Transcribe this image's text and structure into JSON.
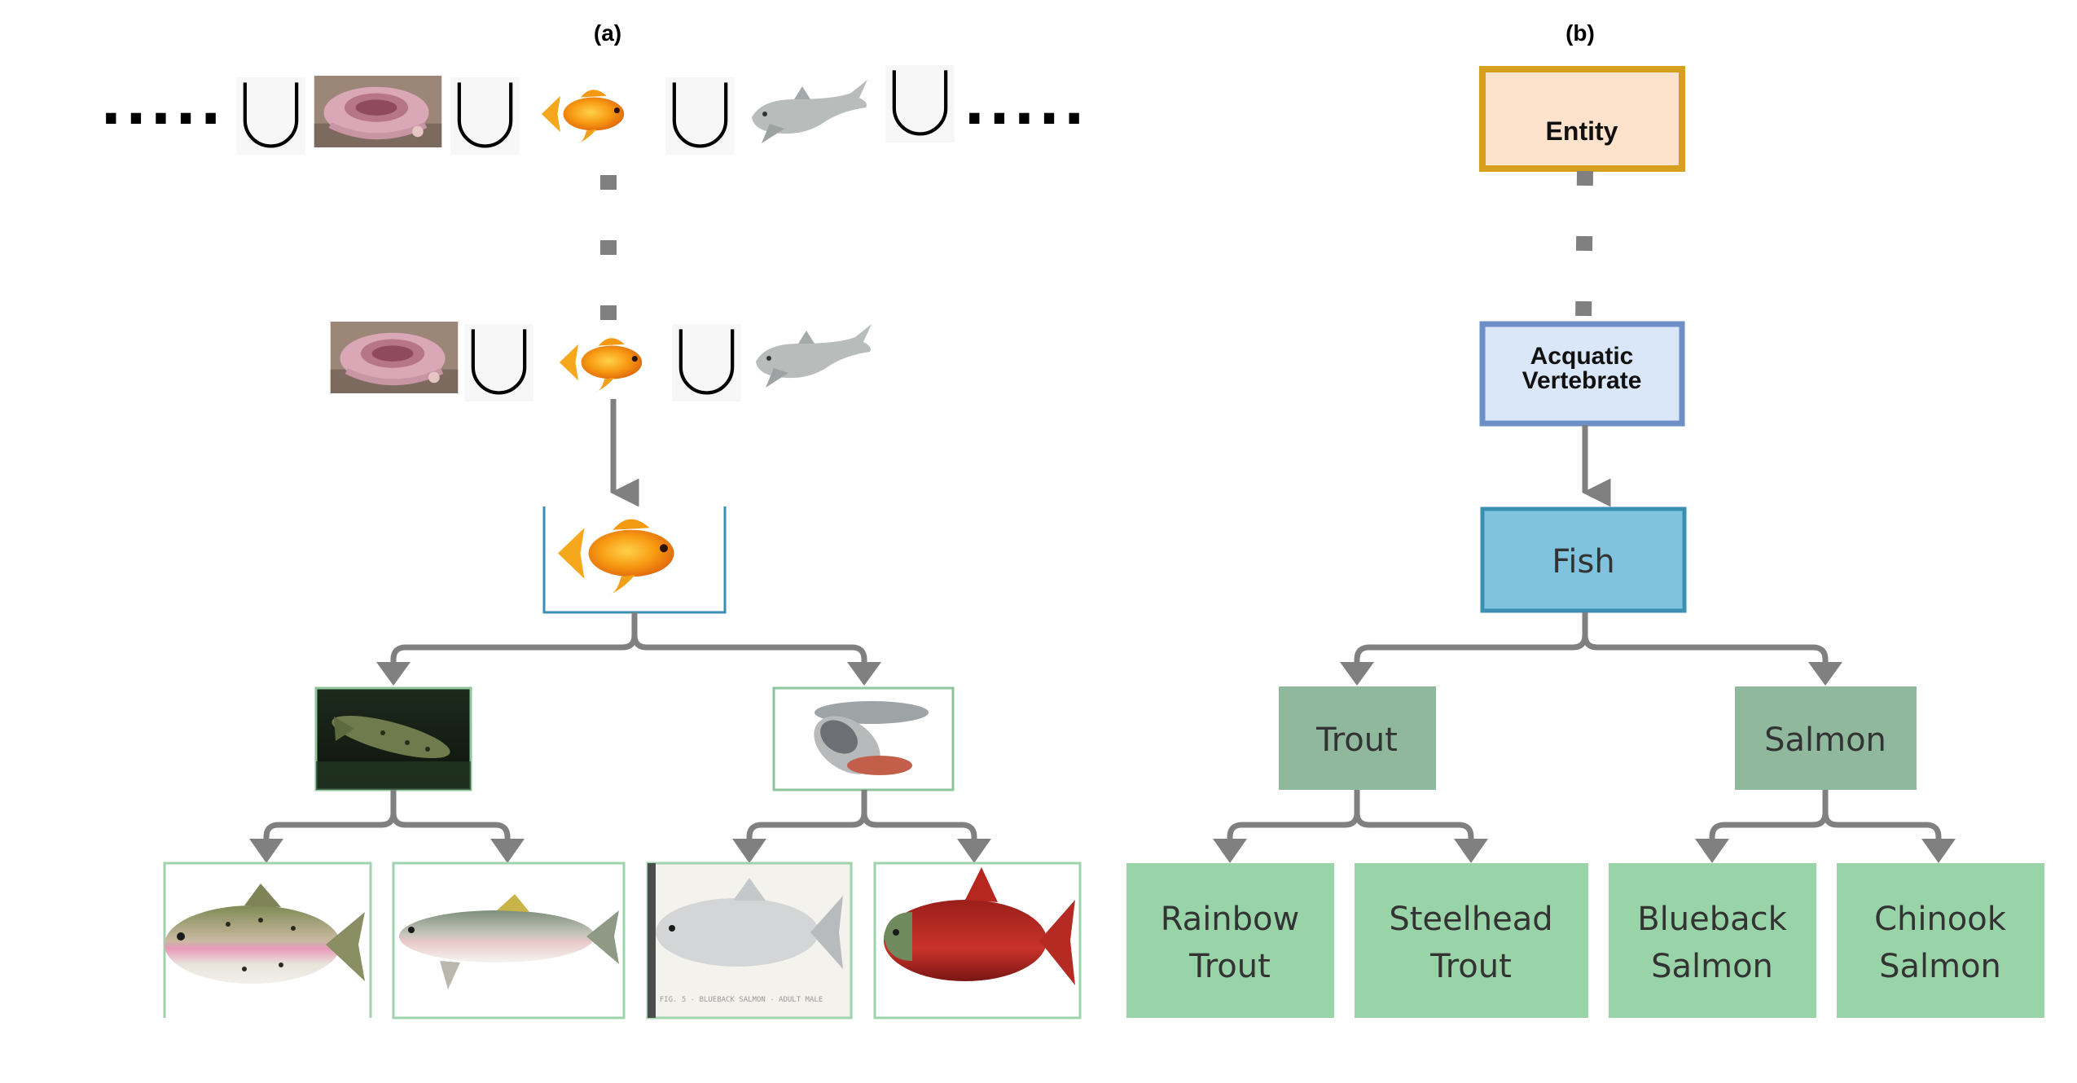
{
  "panel_a": {
    "label": "(a)",
    "ellipsis_left": ".....",
    "ellipsis_right": ".....",
    "union_sequence_top": [
      "hagfish-photo",
      "union",
      "goldfish-photo",
      "union",
      "shark-photo"
    ],
    "union_sequence_mid": [
      "hagfish-photo",
      "union",
      "goldfish-photo",
      "union",
      "shark-photo"
    ],
    "root_photo": "goldfish-photo",
    "level1_photos": [
      "brown-trout-photo",
      "salmon-photo"
    ],
    "level2_photos": [
      "rainbow-trout-photo",
      "steelhead-trout-photo",
      "blueback-salmon-photo",
      "chinook-salmon-photo"
    ],
    "blueback_caption": "FIG. 5 - BLUEBACK SALMON - ADULT MALE"
  },
  "panel_b": {
    "label": "(b)",
    "entity": "Entity",
    "acquatic_line1": "Acquatic",
    "acquatic_line2": "Vertebrate",
    "fish": "Fish",
    "trout": "Trout",
    "salmon": "Salmon",
    "leaves": [
      {
        "line1": "Rainbow",
        "line2": "Trout"
      },
      {
        "line1": "Steelhead",
        "line2": "Trout"
      },
      {
        "line1": "Blueback",
        "line2": "Salmon"
      },
      {
        "line1": "Chinook",
        "line2": "Salmon"
      }
    ]
  },
  "colors": {
    "entity_fill": "#fde2cc",
    "entity_stroke": "#d6a01e",
    "acquatic_fill": "#dae7f9",
    "acquatic_stroke": "#6d8ec6",
    "fish_fill": "#7fc3df",
    "fish_stroke": "#3b8fb2",
    "mid_fill": "#8fb89c",
    "leaf_fill": "#99d4a9",
    "connector": "#808080",
    "photo_frame": "#9fd3ad"
  }
}
